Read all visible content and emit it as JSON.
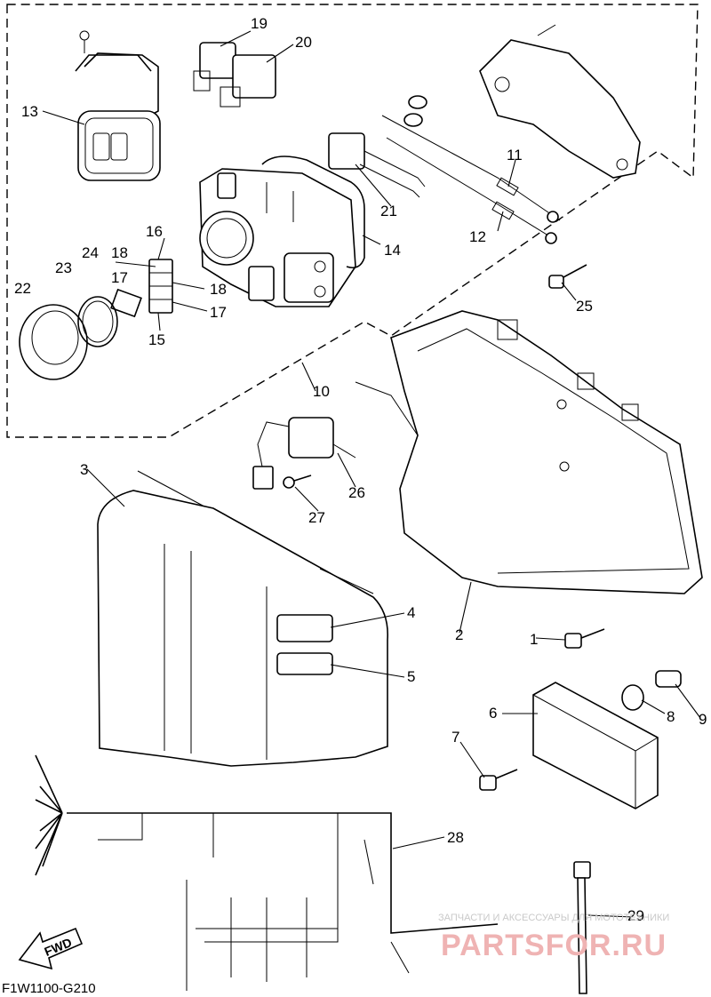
{
  "diagram": {
    "drawing_code": "F1W1100-G210",
    "direction_label": "FWD",
    "callouts": [
      "1",
      "2",
      "3",
      "4",
      "5",
      "6",
      "7",
      "8",
      "9",
      "10",
      "11",
      "12",
      "13",
      "14",
      "15",
      "16",
      "17",
      "17",
      "18",
      "18",
      "19",
      "20",
      "21",
      "22",
      "23",
      "24",
      "25",
      "26",
      "27",
      "28",
      "29"
    ]
  },
  "watermark": {
    "tagline": "ЗАПЧАСТИ И АКСЕССУАРЫ ДЛЯ МОТОТЕХНИКИ",
    "brand": "PARTSFOR.RU"
  }
}
